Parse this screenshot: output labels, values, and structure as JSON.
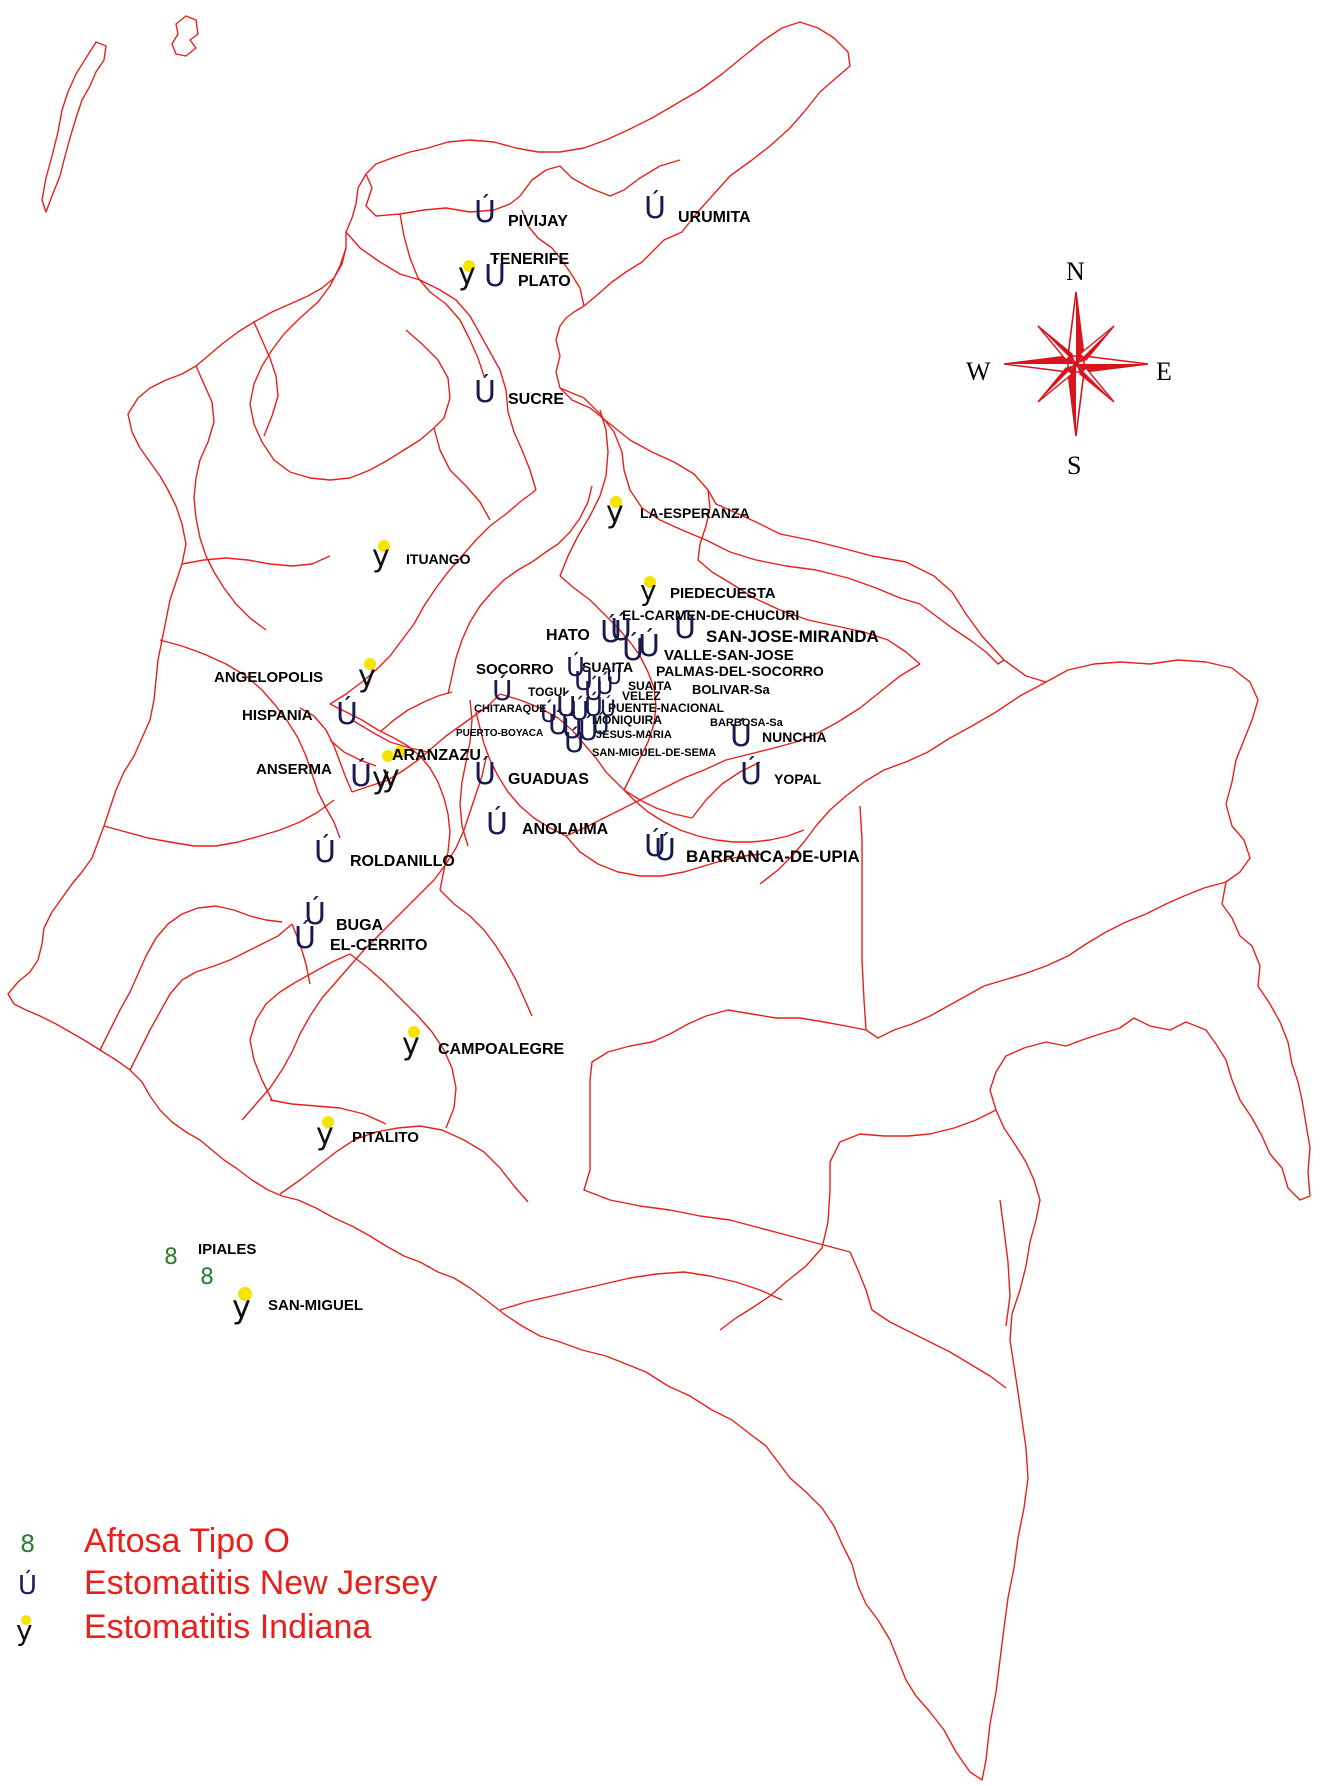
{
  "colors": {
    "border": "#e8201c",
    "legend_text": "#e8201c",
    "aftosa": "#2e7d32",
    "new_jersey": "#1a1a4e",
    "indiana": "#111111",
    "indiana_glow": "#f5e400",
    "compass_red": "#d8141c"
  },
  "compass": {
    "n": "N",
    "s": "S",
    "e": "E",
    "w": "W"
  },
  "legend": [
    {
      "key": "aftosa",
      "symbol": "8",
      "label": "Aftosa Tipo O"
    },
    {
      "key": "new_jersey",
      "symbol": "Ú",
      "label": "Estomatitis New Jersey"
    },
    {
      "key": "indiana",
      "symbol": "y",
      "label": "Estomatitis Indiana"
    }
  ],
  "places": [
    {
      "name": "PIVIJAY",
      "type": "new_jersey"
    },
    {
      "name": "URUMITA",
      "type": "new_jersey"
    },
    {
      "name": "TENERIFE",
      "type": "indiana"
    },
    {
      "name": "PLATO",
      "type": "new_jersey"
    },
    {
      "name": "SUCRE",
      "type": "new_jersey"
    },
    {
      "name": "LA-ESPERANZA",
      "type": "indiana"
    },
    {
      "name": "ITUANGO",
      "type": "indiana"
    },
    {
      "name": "PIEDECUESTA",
      "type": "indiana"
    },
    {
      "name": "EL-CARMEN-DE-CHUCURI",
      "type": "new_jersey"
    },
    {
      "name": "HATO",
      "type": "new_jersey"
    },
    {
      "name": "SAN-JOSE-MIRANDA",
      "type": "new_jersey"
    },
    {
      "name": "VALLE-SAN-JOSE",
      "type": "new_jersey"
    },
    {
      "name": "SOCORRO",
      "type": "new_jersey"
    },
    {
      "name": "SUAITA",
      "type": "new_jersey"
    },
    {
      "name": "PALMAS-DEL-SOCORRO",
      "type": "new_jersey"
    },
    {
      "name": "ANGELOPOLIS",
      "type": "indiana"
    },
    {
      "name": "SUAITA",
      "type": "new_jersey"
    },
    {
      "name": "BOLIVAR-Sa",
      "type": "new_jersey"
    },
    {
      "name": "TOGUI",
      "type": "new_jersey"
    },
    {
      "name": "VELEZ",
      "type": "new_jersey"
    },
    {
      "name": "HISPANIA",
      "type": "new_jersey"
    },
    {
      "name": "CHITARAQUE",
      "type": "new_jersey"
    },
    {
      "name": "PUENTE-NACIONAL",
      "type": "new_jersey"
    },
    {
      "name": "MONIQUIRA",
      "type": "new_jersey"
    },
    {
      "name": "BARBOSA-Sa",
      "type": "new_jersey"
    },
    {
      "name": "PUERTO-BOYACA",
      "type": "new_jersey"
    },
    {
      "name": "JESUS-MARIA",
      "type": "new_jersey"
    },
    {
      "name": "NUNCHIA",
      "type": "new_jersey"
    },
    {
      "name": "SAN-MIGUEL-DE-SEMA",
      "type": "new_jersey"
    },
    {
      "name": "ARANZAZU",
      "type": "indiana"
    },
    {
      "name": "ANSERMA",
      "type": "new_jersey"
    },
    {
      "name": "GUADUAS",
      "type": "new_jersey"
    },
    {
      "name": "YOPAL",
      "type": "new_jersey"
    },
    {
      "name": "ANOLAIMA",
      "type": "new_jersey"
    },
    {
      "name": "BARRANCA-DE-UPIA",
      "type": "new_jersey"
    },
    {
      "name": "ROLDANILLO",
      "type": "new_jersey"
    },
    {
      "name": "BUGA",
      "type": "new_jersey"
    },
    {
      "name": "EL-CERRITO",
      "type": "new_jersey"
    },
    {
      "name": "CAMPOALEGRE",
      "type": "indiana"
    },
    {
      "name": "PITALITO",
      "type": "indiana"
    },
    {
      "name": "IPIALES",
      "type": "aftosa"
    },
    {
      "name": "SAN-MIGUEL",
      "type": "indiana"
    }
  ],
  "extra_symbols": [
    "Ú",
    "y",
    "8"
  ]
}
